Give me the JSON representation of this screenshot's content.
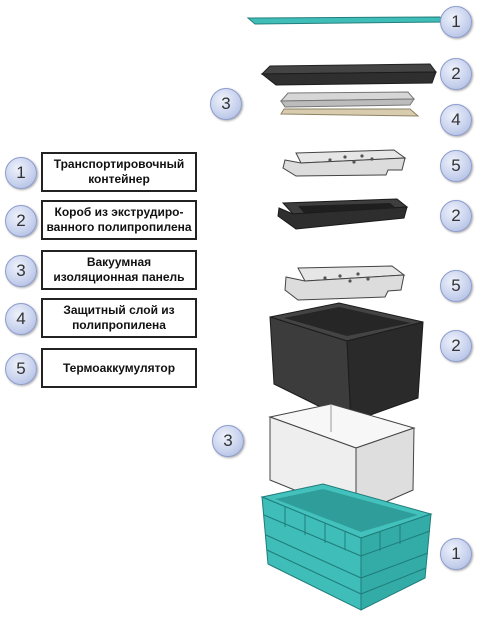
{
  "legend": [
    {
      "num": "1",
      "text": "Транспортировочный контейнер"
    },
    {
      "num": "2",
      "text": "Короб из экструдиро-ванного полипропилена"
    },
    {
      "num": "3",
      "text": "Вакуумная изоляционная панель"
    },
    {
      "num": "4",
      "text": "Защитный слой из полипропилена"
    },
    {
      "num": "5",
      "text": "Термоаккумулятор"
    }
  ],
  "callouts": [
    "1",
    "2",
    "3",
    "4",
    "5",
    "2",
    "5",
    "2",
    "3",
    "1"
  ],
  "colors": {
    "teal": "#3fbdb8",
    "teal_dark": "#2a9a96",
    "charcoal": "#3c3c3c",
    "charcoal_dark": "#2a2a2a",
    "light_gray": "#d9d9d9",
    "foam_white": "#f0f0f0",
    "beige": "#d8ccae"
  }
}
